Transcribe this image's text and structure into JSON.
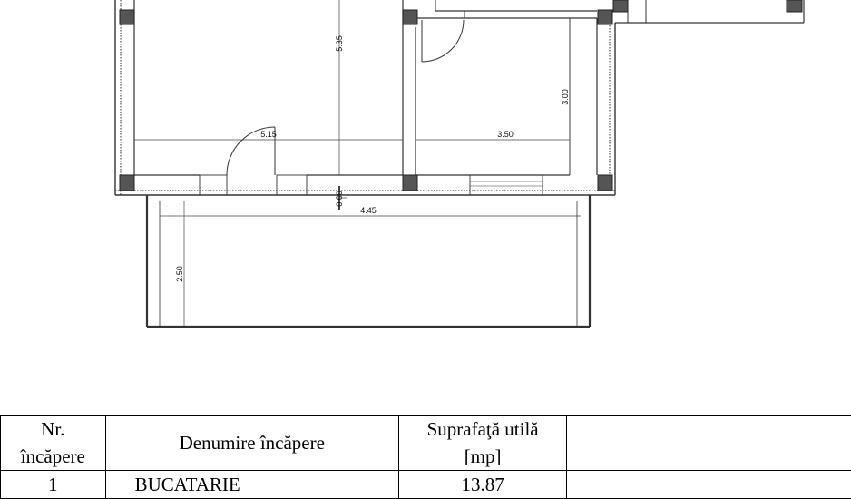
{
  "plan": {
    "dimensions": [
      "5.35",
      "5.15",
      "3.50",
      "3.00",
      "4.45",
      "2.50",
      "0.00"
    ]
  },
  "table": {
    "headers": [
      {
        "line1": "Nr.",
        "line2": "încăpere"
      },
      {
        "line1": "Denumire  încăpere",
        "line2": ""
      },
      {
        "line1": "Suprafaţă utilă",
        "line2": "[mp]"
      }
    ],
    "rows": [
      {
        "nr": "1",
        "name": "BUCATARIE",
        "area": "13.87"
      }
    ]
  }
}
